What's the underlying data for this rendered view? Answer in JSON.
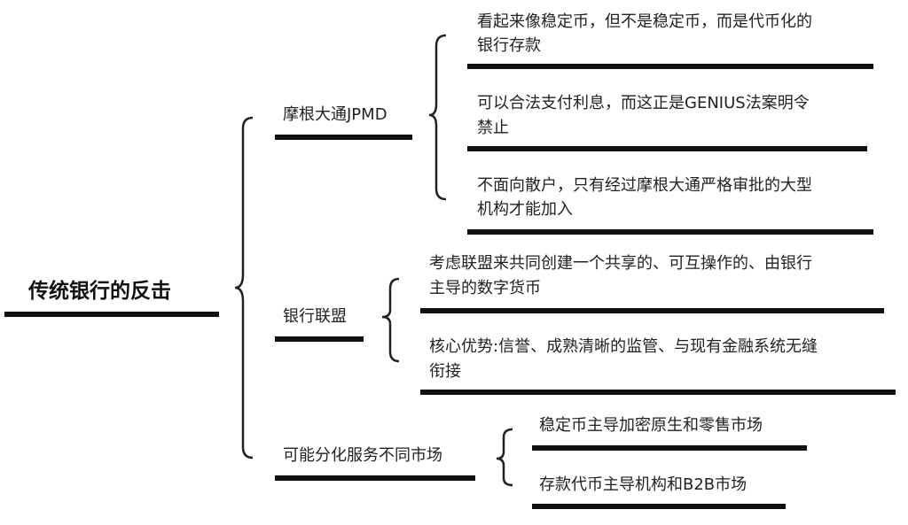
{
  "root": {
    "label": "传统银行的反击"
  },
  "branches": [
    {
      "label": "摩根大通JPMD",
      "children": [
        {
          "lines": [
            "看起来像稳定币，但不是稳定币，而是代币化的",
            "银行存款"
          ]
        },
        {
          "lines": [
            "可以合法支付利息，而这正是GENIUS法案明令",
            "禁止"
          ]
        },
        {
          "lines": [
            "不面向散户，只有经过摩根大通严格审批的大型",
            "机构才能加入"
          ]
        }
      ]
    },
    {
      "label": "银行联盟",
      "children": [
        {
          "lines": [
            "考虑联盟来共同创建一个共享的、可互操作的、由银行",
            "主导的数字货币"
          ]
        },
        {
          "lines": [
            "核心优势:信誉、成熟清晰的监管、与现有金融系统无缝",
            "衔接"
          ]
        }
      ]
    },
    {
      "label": "可能分化服务不同市场",
      "children": [
        {
          "lines": [
            "稳定币主导加密原生和零售市场"
          ]
        },
        {
          "lines": [
            "存款代币主导机构和B2B市场"
          ]
        }
      ]
    }
  ]
}
